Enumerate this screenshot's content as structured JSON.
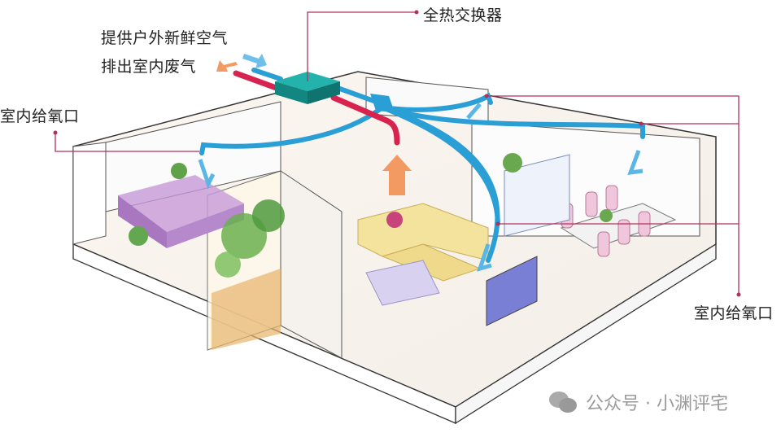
{
  "labels": {
    "heat_exchanger": "全热交换器",
    "fresh_air": "提供户外新鲜空气",
    "exhaust_air": "排出室内废气",
    "oxygen_outlet_left": "室内给氧口",
    "oxygen_outlet_right": "室内给氧口"
  },
  "watermark": {
    "text": "公众号 · 小渊评宅",
    "icon": "wechat-icon"
  },
  "colors": {
    "supply_duct": "#2a9fd6",
    "exhaust_duct": "#d8224f",
    "exchanger_box": "#1a9a96",
    "leader_line": "#b0325a",
    "exhaust_arrow": "#f29a62"
  }
}
